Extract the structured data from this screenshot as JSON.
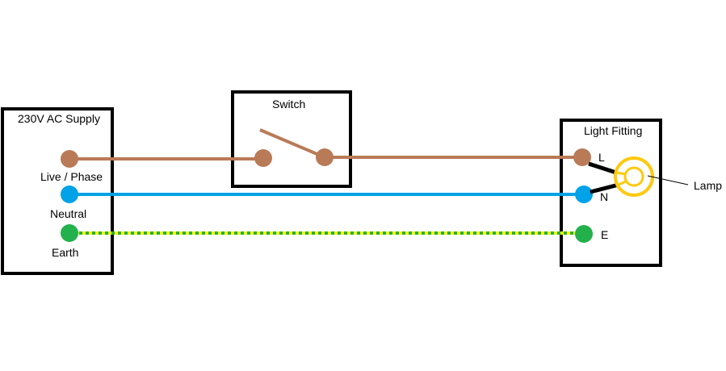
{
  "boxes": {
    "supply": "230V AC Supply",
    "switch": "Switch",
    "fitting": "Light Fitting"
  },
  "supply_terminals": {
    "live": "Live / Phase",
    "neutral": "Neutral",
    "earth": "Earth"
  },
  "fitting_terminals": {
    "live": "L",
    "neutral": "N",
    "earth": "E"
  },
  "lamp": "Lamp",
  "colors": {
    "outline": "#000000",
    "live_wire": "#b97a57",
    "neutral_wire": "#00a2e8",
    "earth_green": "#22b14c",
    "earth_yellow": "#fff200",
    "lamp": "#ffc90e",
    "background": "#ffffff"
  }
}
